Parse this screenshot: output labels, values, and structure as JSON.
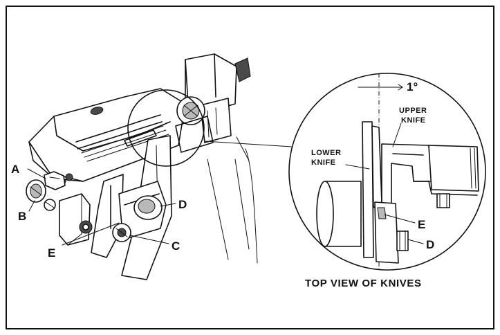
{
  "callouts": {
    "a": "A",
    "b": "B",
    "c": "C",
    "d": "D",
    "e": "E"
  },
  "detail": {
    "angle": "1°",
    "upper_knife_line1": "UPPER",
    "upper_knife_line2": "KNIFE",
    "lower_knife_line1": "LOWER",
    "lower_knife_line2": "KNIFE",
    "label_e": "E",
    "label_d": "D",
    "caption": "TOP VIEW OF KNIVES"
  }
}
